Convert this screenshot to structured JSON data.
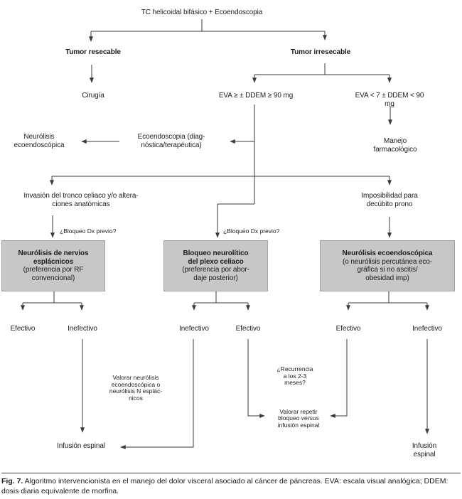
{
  "figure": {
    "title": "TC helicoidal bifásico + Ecoendoscopia",
    "nodes": {
      "tumor_resecable": "Tumor resecable",
      "tumor_irresecable": "Tumor irresecable",
      "cirugia": "Cirugía",
      "eva_alta": "EVA ≥ ± DDEM ≥ 90 mg",
      "eva_baja": "EVA < 7 ± DDEM < 90 mg",
      "manejo_farmacologico": "Manejo farmacológico",
      "neurolisis_ecoendoscopica": "Neurólisis\necoendoscópica",
      "ecoendoscopia": "Ecoendoscopia (diag-\nnóstica/terapéutica)",
      "invasion_tronco": "Invasión del tronco celiaco y/o altera-\nciones anatómicas",
      "imposibilidad_decubito": "Imposibilidad para\ndecúbito prono",
      "bloqueo_dx_previo_izq": "¿Bloqueo Dx previo?",
      "bloqueo_dx_previo_centro": "¿Bloqueo Dx previo?",
      "box_esplacnicos_titulo": "Neurólisis de nervios\nesplácnicos",
      "box_esplacnicos_detalle": "(preferencia por RF\nconvencional)",
      "box_plexo_titulo": "Bloqueo neurolítico\ndel plexo celiaco",
      "box_plexo_detalle": "(preferencia por abor-\ndaje posterior)",
      "box_neurolisis_titulo": "Neurólisis ecoendoscópica",
      "box_neurolisis_detalle": "(o neurólisis percutánea eco-\ngráfica si no ascitis/\nobesidad imp)",
      "efectivo_izq": "Efectivo",
      "inefectivo_izq": "Inefectivo",
      "inefectivo_centro": "Inefectivo",
      "efectivo_centro": "Efectivo",
      "efectivo_der": "Efectivo",
      "inefectivo_der": "Inefectivo",
      "valorar_neurolisis": "Valorar neurólisis\necoendoscópica o\nneurólisis N esplác-\nnicos",
      "recurrencia": "¿Recurrencia\na los 2-3\nmeses?",
      "valorar_repetir_pre": "Valorar repetir\nbloqueo ",
      "valorar_repetir_italico": "versus",
      "valorar_repetir_post": "\ninfusión espinal",
      "infusion_espinal_izq": "Infusión espinal",
      "infusion_espinal_der": "Infusión espinal"
    },
    "caption": {
      "label": "Fig. 7.",
      "text": " Algoritmo intervencionista en el manejo del dolor visceral asociado al cáncer de páncreas. EVA: escala visual analógica; DDEM: dosis diaria equivalente de morfina."
    },
    "colors": {
      "box_fill": "#c7c7c7",
      "box_border": "#a3a3a3",
      "line": "#3a3a3a",
      "text": "#1c1c1c",
      "bg": "#ffffff"
    }
  }
}
